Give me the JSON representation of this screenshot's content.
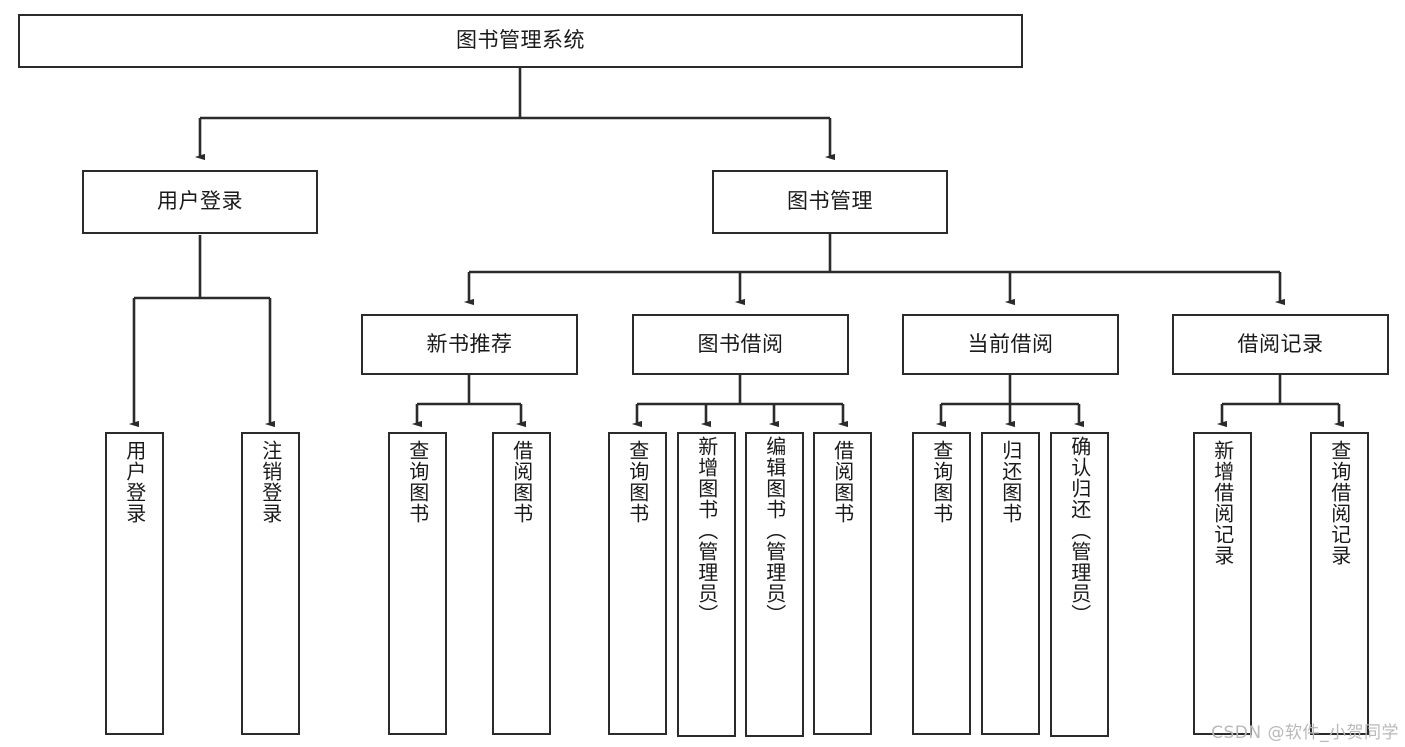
{
  "diagram": {
    "title": "图书管理系统",
    "type": "tree-hierarchy",
    "colors": {
      "box_border": "#2b2b2b",
      "box_fill": "#ffffff",
      "connector": "#3a3a3a",
      "text": "#1a1a1a",
      "watermark": "#b9b9b9",
      "background": "#ffffff"
    },
    "levels": {
      "root": "图书管理系统",
      "level2": [
        "用户登录",
        "图书管理"
      ],
      "level3": [
        "新书推荐",
        "图书借阅",
        "当前借阅",
        "借阅记录"
      ]
    },
    "nodes": {
      "root": {
        "label": "图书管理系统"
      },
      "user_login": {
        "label": "用户登录"
      },
      "book_manage": {
        "label": "图书管理"
      },
      "new_book_rec": {
        "label": "新书推荐"
      },
      "book_borrow": {
        "label": "图书借阅"
      },
      "current_borrow": {
        "label": "当前借阅"
      },
      "borrow_record": {
        "label": "借阅记录"
      },
      "leaf_user_login": {
        "label": "用户登录"
      },
      "leaf_logout": {
        "label": "注销登录"
      },
      "leaf_query_book_1": {
        "label": "查询图书"
      },
      "leaf_borrow_book_1": {
        "label": "借阅图书"
      },
      "leaf_query_book_2": {
        "label": "查询图书"
      },
      "leaf_add_book_admin": {
        "label": "新增图书（管理员）"
      },
      "leaf_edit_book_admin": {
        "label": "编辑图书（管理员）"
      },
      "leaf_borrow_book_2": {
        "label": "借阅图书"
      },
      "leaf_query_book_3": {
        "label": "查询图书"
      },
      "leaf_return_book": {
        "label": "归还图书"
      },
      "leaf_confirm_return_admin": {
        "label": "确认归还（管理员）"
      },
      "leaf_add_record": {
        "label": "新增借阅记录"
      },
      "leaf_query_record": {
        "label": "查询借阅记录"
      }
    }
  },
  "watermark": {
    "text": "CSDN @软件_小贺同学"
  }
}
